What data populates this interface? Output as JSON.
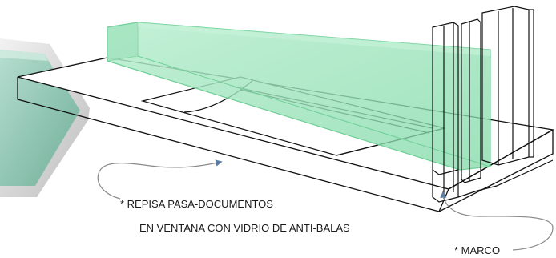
{
  "labels": {
    "repisa_line1": "* REPISA PASA-DOCUMENTOS",
    "repisa_line2": "EN VENTANA CON VIDRIO DE ANTI-BALAS",
    "marco": "* MARCO"
  },
  "colors": {
    "line": "#111111",
    "glass_fill": "#a8e6c2",
    "glass_edge": "#6fcf97",
    "leader": "#8a8a8a",
    "arrow": "#5b7ea6",
    "photo_frame": "#dcdcdc",
    "photo_glass": "#8fc7b2"
  }
}
